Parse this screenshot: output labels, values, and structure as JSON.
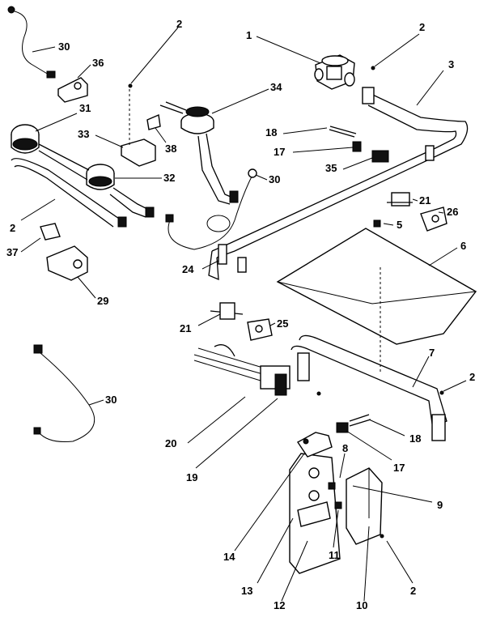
{
  "callouts": [
    {
      "id": "c1",
      "text": "1"
    },
    {
      "id": "c2a",
      "text": "2"
    },
    {
      "id": "c2b",
      "text": "2"
    },
    {
      "id": "c2c",
      "text": "2"
    },
    {
      "id": "c2d",
      "text": "2"
    },
    {
      "id": "c2e",
      "text": "2"
    },
    {
      "id": "c3",
      "text": "3"
    },
    {
      "id": "c5",
      "text": "5"
    },
    {
      "id": "c6",
      "text": "6"
    },
    {
      "id": "c7",
      "text": "7"
    },
    {
      "id": "c8",
      "text": "8"
    },
    {
      "id": "c9",
      "text": "9"
    },
    {
      "id": "c10",
      "text": "10"
    },
    {
      "id": "c11",
      "text": "11"
    },
    {
      "id": "c12",
      "text": "12"
    },
    {
      "id": "c13",
      "text": "13"
    },
    {
      "id": "c14",
      "text": "14"
    },
    {
      "id": "c17a",
      "text": "17"
    },
    {
      "id": "c17b",
      "text": "17"
    },
    {
      "id": "c18a",
      "text": "18"
    },
    {
      "id": "c18b",
      "text": "18"
    },
    {
      "id": "c19",
      "text": "19"
    },
    {
      "id": "c20",
      "text": "20"
    },
    {
      "id": "c21a",
      "text": "21"
    },
    {
      "id": "c21b",
      "text": "21"
    },
    {
      "id": "c24",
      "text": "24"
    },
    {
      "id": "c25",
      "text": "25"
    },
    {
      "id": "c26",
      "text": "26"
    },
    {
      "id": "c29",
      "text": "29"
    },
    {
      "id": "c30a",
      "text": "30"
    },
    {
      "id": "c30b",
      "text": "30"
    },
    {
      "id": "c30c",
      "text": "30"
    },
    {
      "id": "c31",
      "text": "31"
    },
    {
      "id": "c32",
      "text": "32"
    },
    {
      "id": "c33",
      "text": "33"
    },
    {
      "id": "c34",
      "text": "34"
    },
    {
      "id": "c35",
      "text": "35"
    },
    {
      "id": "c36",
      "text": "36"
    },
    {
      "id": "c37",
      "text": "37"
    },
    {
      "id": "c38",
      "text": "38"
    }
  ]
}
